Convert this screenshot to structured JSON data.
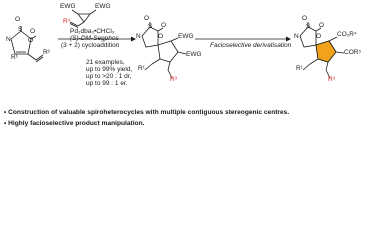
{
  "reagent": {
    "ewg_left": "EWG",
    "ewg_right": "EWG",
    "r3": "R³"
  },
  "conditions": {
    "catalyst": "Pd₂dba₃•CHCl₃",
    "ligand": "(S)-DM-Segphos",
    "reaction_type": "(3 + 2) cycloaddition",
    "scope_lines": [
      "21 examples,",
      "up to 99% yield,",
      "up to >20 : 1 dr,",
      "up to 99 : 1 er."
    ]
  },
  "derivatisation_label": "Facioselective derivatisation",
  "substrate": {
    "o": "O",
    "s": "S",
    "o2": "O",
    "n": "N",
    "o3": "O",
    "r1": "R¹",
    "r2": "R²"
  },
  "product1": {
    "o": "O",
    "s": "S",
    "o2": "O",
    "n": "N",
    "o3": "O",
    "ewg_top": "EWG",
    "ewg_bottom": "EWG",
    "r1": "R¹",
    "r3": "R³"
  },
  "product2": {
    "o": "O",
    "s": "S",
    "o2": "O",
    "n": "N",
    "o3": "O",
    "co2r4": "CO₂R⁴",
    "cor5": "COR⁵",
    "r1": "R¹",
    "r3": "R³"
  },
  "bullets": [
    "• Construction of valuable spiroheterocycles with multiple contiguous stereogenic centres.",
    "• Highly facioselective product manipulation."
  ],
  "colors": {
    "r3_red": "#d62728",
    "pentagon_orange": "#f2a31b",
    "ink": "#1a1a1a"
  }
}
